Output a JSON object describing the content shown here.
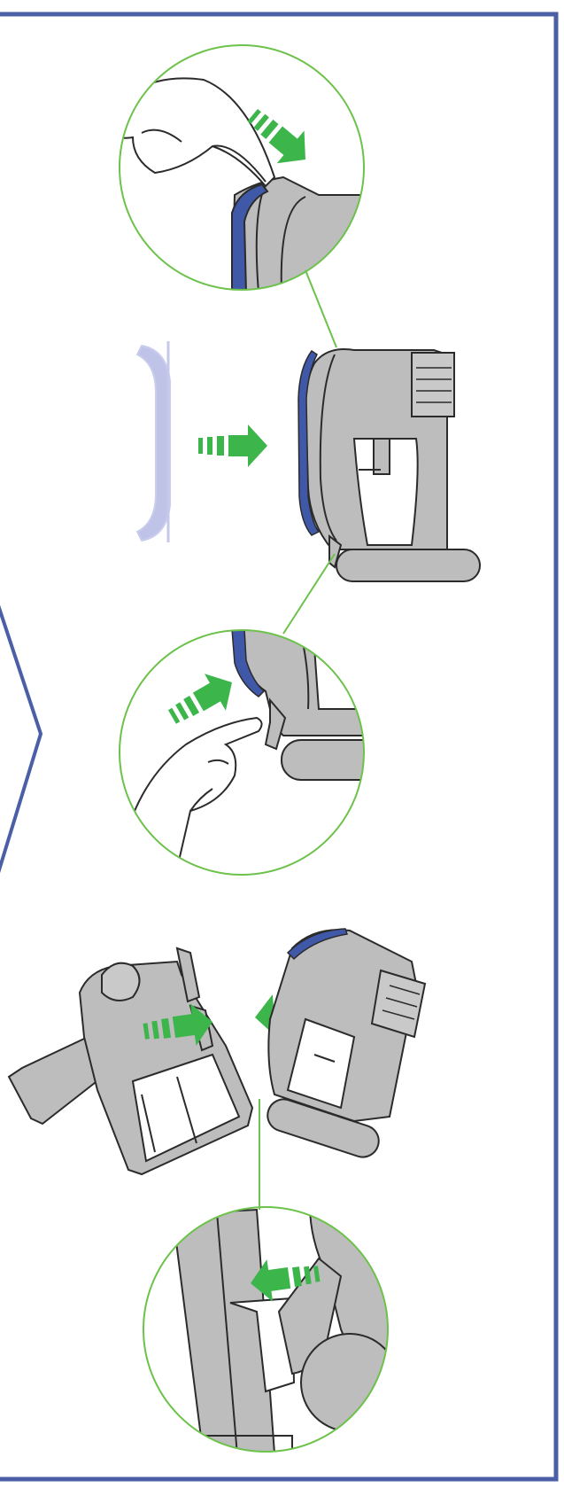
{
  "colors": {
    "frame": "#4b5fa6",
    "body_gray": "#bdbdbd",
    "body_gray_dark": "#a6a6a6",
    "outline": "#2b2b2b",
    "accent_blue": "#3f58a8",
    "arrow_green": "#3cb54a",
    "callout_green": "#6cc24a",
    "ghost_part": "#b9bde6",
    "hand_fill": "#ffffff"
  },
  "icons": {
    "frame": "panel-border",
    "chevron": "chevron-right-shape",
    "arrow": "dashed-arrow-shape"
  }
}
